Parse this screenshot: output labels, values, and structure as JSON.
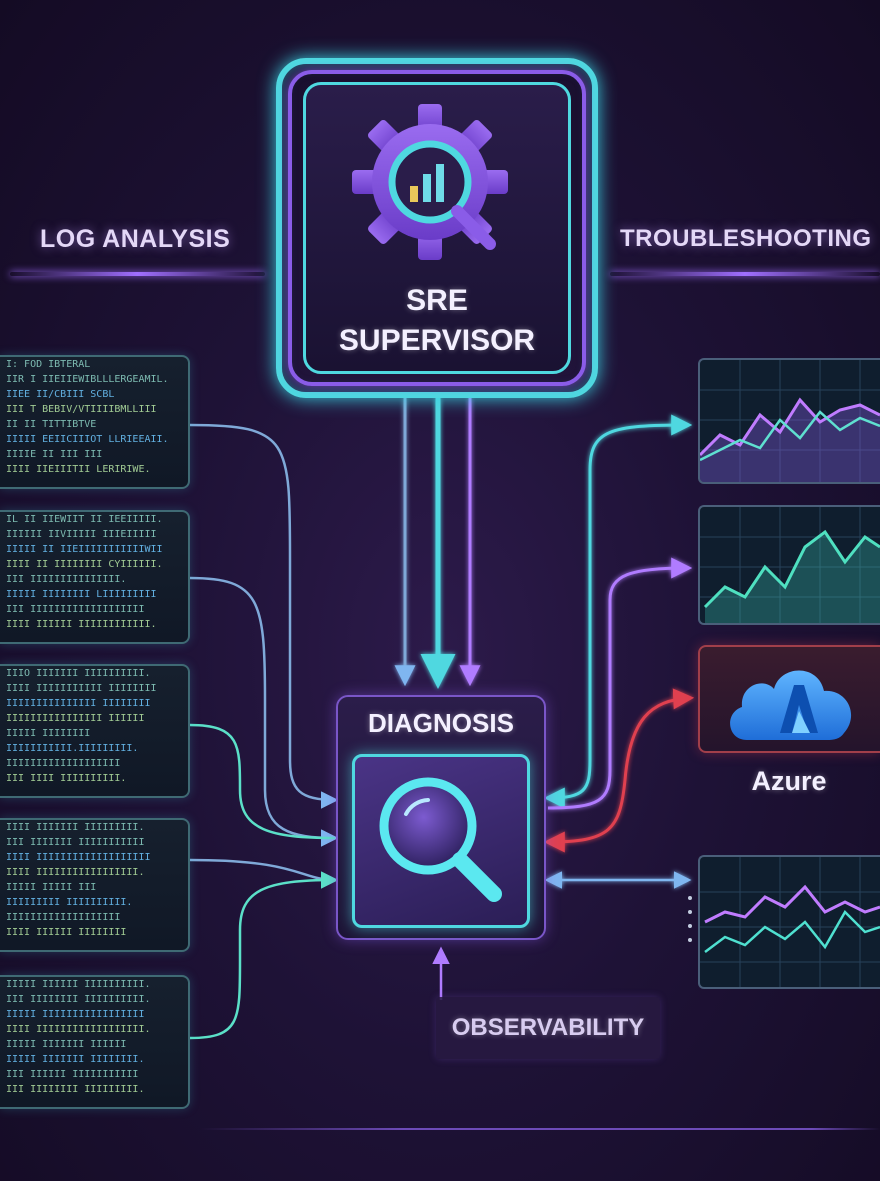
{
  "labels": {
    "log_analysis": "LOG ANALYSIS",
    "troubleshooting": "TROUBLESHOOTING",
    "observability": "OBSERVABILITY"
  },
  "supervisor": {
    "title_line1": "SRE",
    "title_line2": "SUPERVISOR",
    "icon": "gear-magnifier-chart-icon"
  },
  "diagnosis": {
    "title": "DIAGNOSIS",
    "icon": "magnifier-icon"
  },
  "azure": {
    "label": "Azure",
    "icon": "azure-cloud-icon"
  },
  "log_panels": [
    {
      "lines": [
        "I: FOD  IBTERAL",
        "IIR I IIEIIEWIBLLLERGEAMIL.",
        "IIEE II/CBIII SCBL",
        "III T BEBIV/VTIIIIBMLLIII",
        "II II TITTIBTVE",
        "IIIII EEIICIIIOT LLRIEEAII.",
        "IIIIE II  III III",
        "IIII IIEIIITII LERIRIWE."
      ]
    },
    {
      "lines": [
        "IL II IIEWIIT II IEEIIIII.",
        "IIIIII IIVIIIII IIIEIIIII",
        "IIIII II IIEIIIIIIIIIIIWII",
        "IIII II IIIIIIII CYIIIIII.",
        "III IIIIIIIIIIIIIII.",
        "IIIII IIIIIIII LIIIIIIIII",
        "III IIIIIIIIIIIIIIIIIII",
        "IIII IIIIII IIIIIIIIIIII."
      ]
    },
    {
      "lines": [
        "IIIO IIIIIII IIIIIIIIII.",
        "IIII IIIIIIIIIII IIIIIIII",
        "IIIIIIIIIIIIIII IIIIIIII",
        "IIIIIIIIIIIIIIII IIIIII",
        "IIIII IIIIIIII",
        "IIIIIIIIIII.IIIIIIIII.",
        "IIIIIIIIIIIIIIIIIII",
        "III IIII IIIIIIIIII."
      ]
    },
    {
      "lines": [
        "IIII IIIIIII IIIIIIIII.",
        "III IIIIIII IIIIIIIIIII",
        "IIII IIIIIIIIIIIIIIIIIII",
        "IIII IIIIIIIIIIIIIIIII.",
        "IIIII IIIII III",
        "IIIIIIIII IIIIIIIIII.",
        "IIIIIIIIIIIIIIIIIII",
        "IIII IIIIII IIIIIIII"
      ]
    },
    {
      "lines": [
        "IIIII IIIIII IIIIIIIIII.",
        "III IIIIIIII IIIIIIIIII.",
        "IIIII IIIIIIIIIIIIIIIII",
        "IIII IIIIIIIIIIIIIIIIII.",
        "IIIII IIIIIII IIIIII",
        "IIIII IIIIIII IIIIIIII.",
        "III IIIIII IIIIIIIIIII",
        "III IIIIIIII IIIIIIIII."
      ]
    }
  ],
  "colors": {
    "cyan": "#4fd8e0",
    "purple": "#8a5ce8",
    "violet_light": "#b07cff",
    "red": "#e0414f",
    "azure_blue": "#2a8df0",
    "background": "#1a0f2e"
  }
}
